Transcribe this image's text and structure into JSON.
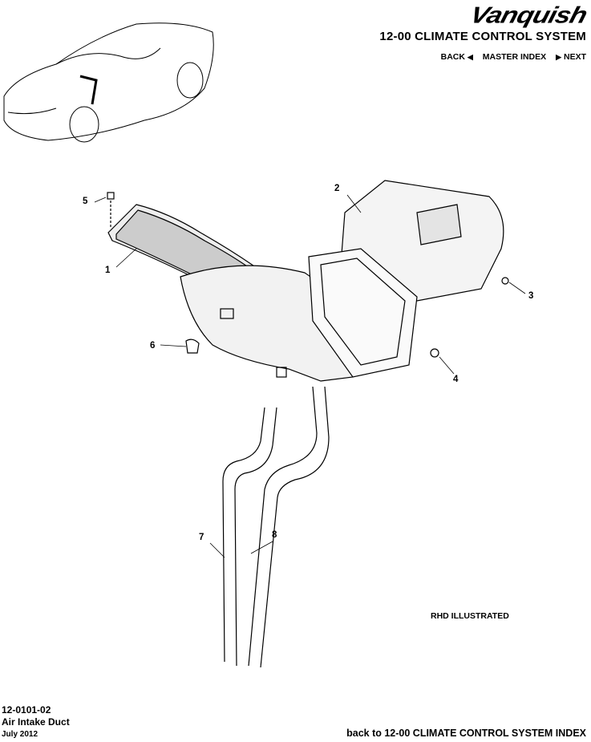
{
  "header": {
    "logo_text": "Vanquish",
    "section_title": "12-00 CLIMATE CONTROL SYSTEM",
    "nav": {
      "back": "BACK",
      "master_index": "MASTER INDEX",
      "next": "NEXT"
    }
  },
  "diagram": {
    "callouts": [
      "1",
      "2",
      "3",
      "4",
      "5",
      "6",
      "7",
      "8"
    ],
    "note": "RHD ILLUSTRATED"
  },
  "footer": {
    "part_number": "12-0101-02",
    "part_name": "Air Intake Duct",
    "date": "July 2012",
    "back_link": "back to 12-00 CLIMATE CONTROL SYSTEM INDEX"
  }
}
